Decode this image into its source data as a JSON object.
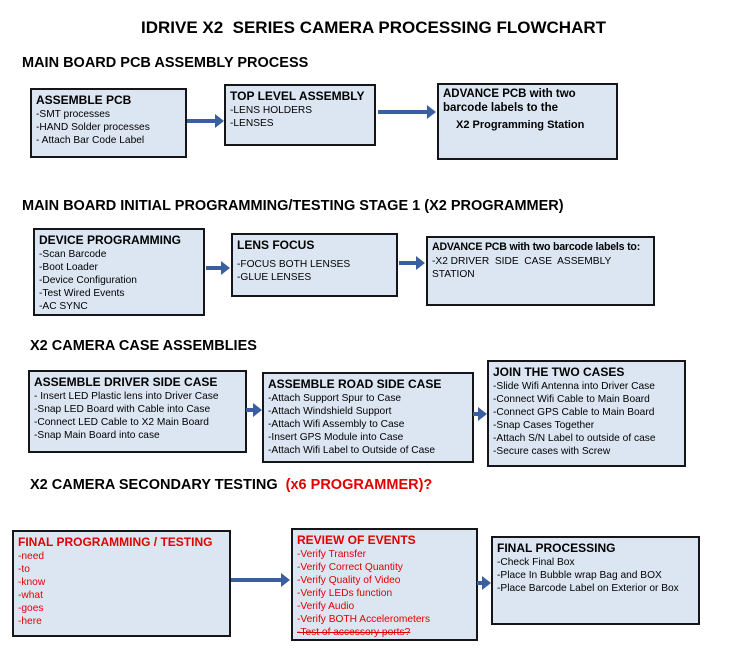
{
  "title": "IDRIVE X2  SERIES CAMERA PROCESSING FLOWCHART",
  "colors": {
    "box_fill": "#dce6f2",
    "box_border": "#000000",
    "arrow_blue": "#3a5fa0",
    "alert_red": "#e00000"
  },
  "sections": [
    {
      "heading": "MAIN BOARD PCB ASSEMBLY PROCESS",
      "boxes": [
        {
          "title": "ASSEMBLE PCB",
          "lines": [
            "-SMT processes",
            "-HAND Solder processes",
            "- Attach Bar Code Label"
          ]
        },
        {
          "title": "TOP LEVEL ASSEMBLY",
          "lines": [
            "-LENS HOLDERS",
            "-LENSES"
          ]
        },
        {
          "title": "ADVANCE PCB with two barcode labels to the",
          "lines": [
            "X2 Programming Station"
          ]
        }
      ]
    },
    {
      "heading": "MAIN BOARD INITIAL PROGRAMMING/TESTING STAGE 1 (X2 PROGRAMMER)",
      "boxes": [
        {
          "title": "DEVICE PROGRAMMING",
          "lines": [
            "-Scan Barcode",
            "-Boot Loader",
            "-Device Configuration",
            "-Test Wired Events",
            "-AC SYNC"
          ]
        },
        {
          "title": "LENS FOCUS",
          "lines": [
            "-FOCUS BOTH LENSES",
            "-GLUE LENSES"
          ]
        },
        {
          "title": "ADVANCE PCB with two barcode labels to:",
          "lines": [
            "-X2 DRIVER  SIDE  CASE  ASSEMBLY STATION"
          ]
        }
      ]
    },
    {
      "heading": "X2 CAMERA CASE ASSEMBLIES",
      "boxes": [
        {
          "title": "ASSEMBLE DRIVER SIDE CASE",
          "lines": [
            "- Insert LED Plastic lens into Driver Case",
            "-Snap LED Board with Cable into Case",
            "-Connect LED Cable to X2 Main Board",
            "-Snap Main Board into case"
          ]
        },
        {
          "title": "ASSEMBLE ROAD SIDE CASE",
          "lines": [
            "-Attach Support Spur to Case",
            "-Attach Windshield Support",
            "-Attach Wifi Assembly to Case",
            "-Insert GPS Module into Case",
            "-Attach Wifi Label to Outside of Case"
          ]
        },
        {
          "title": "JOIN THE TWO CASES",
          "lines": [
            "-Slide Wifi Antenna into Driver Case",
            "-Connect Wifi Cable to Main Board",
            "-Connect GPS Cable to Main Board",
            "-Snap Cases Together",
            "-Attach S/N Label to outside of case",
            "-Secure cases with Screw"
          ]
        }
      ]
    },
    {
      "heading": "X2 CAMERA SECONDARY TESTING ",
      "heading_suffix": " (x6 PROGRAMMER)?",
      "boxes": [
        {
          "title": "FINAL PROGRAMMING / TESTING",
          "lines": [
            "-need",
            "-to",
            "-know",
            "-what",
            "-goes",
            "-here"
          ]
        },
        {
          "title": "REVIEW OF EVENTS",
          "lines": [
            "-Verify Transfer",
            "-Verify Correct Quantity",
            "-Verify Quality of Video",
            "-Verify LEDs function",
            "-Verify Audio",
            "-Verify BOTH Accelerometers",
            "-Test of accessory ports?"
          ]
        },
        {
          "title": "FINAL PROCESSING",
          "lines": [
            "-Check Final Box",
            "-Place In Bubble wrap Bag and BOX",
            "-Place Barcode Label on Exterior or Box"
          ]
        }
      ]
    }
  ]
}
